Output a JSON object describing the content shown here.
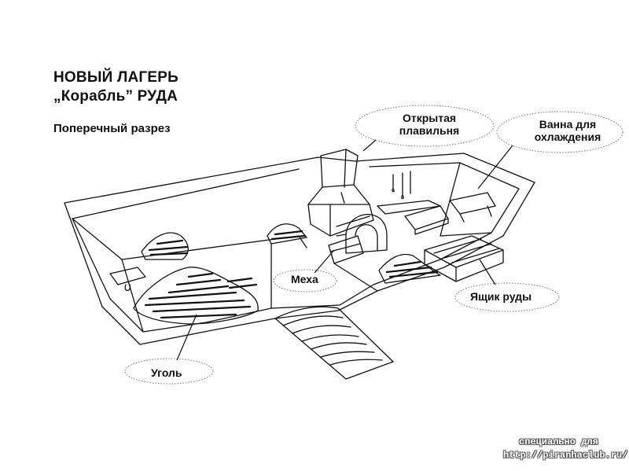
{
  "title": {
    "line1": "НОВЫЙ ЛАГЕРЬ",
    "line2": "„Корабль” РУДА",
    "subtitle": "Поперечный разрез"
  },
  "labels": {
    "smelter_line1": "Открытая",
    "smelter_line2": "плавильня",
    "bath_line1": "Ванна для",
    "bath_line2": "охлаждения",
    "bellows": "Меха",
    "ore_box": "Ящик руды",
    "coal": "Уголь"
  },
  "watermark": {
    "line1": "специально для",
    "line2": "http://piranhaclub.ru/"
  },
  "colors": {
    "ink": "#111111",
    "bubble": "#777777"
  }
}
